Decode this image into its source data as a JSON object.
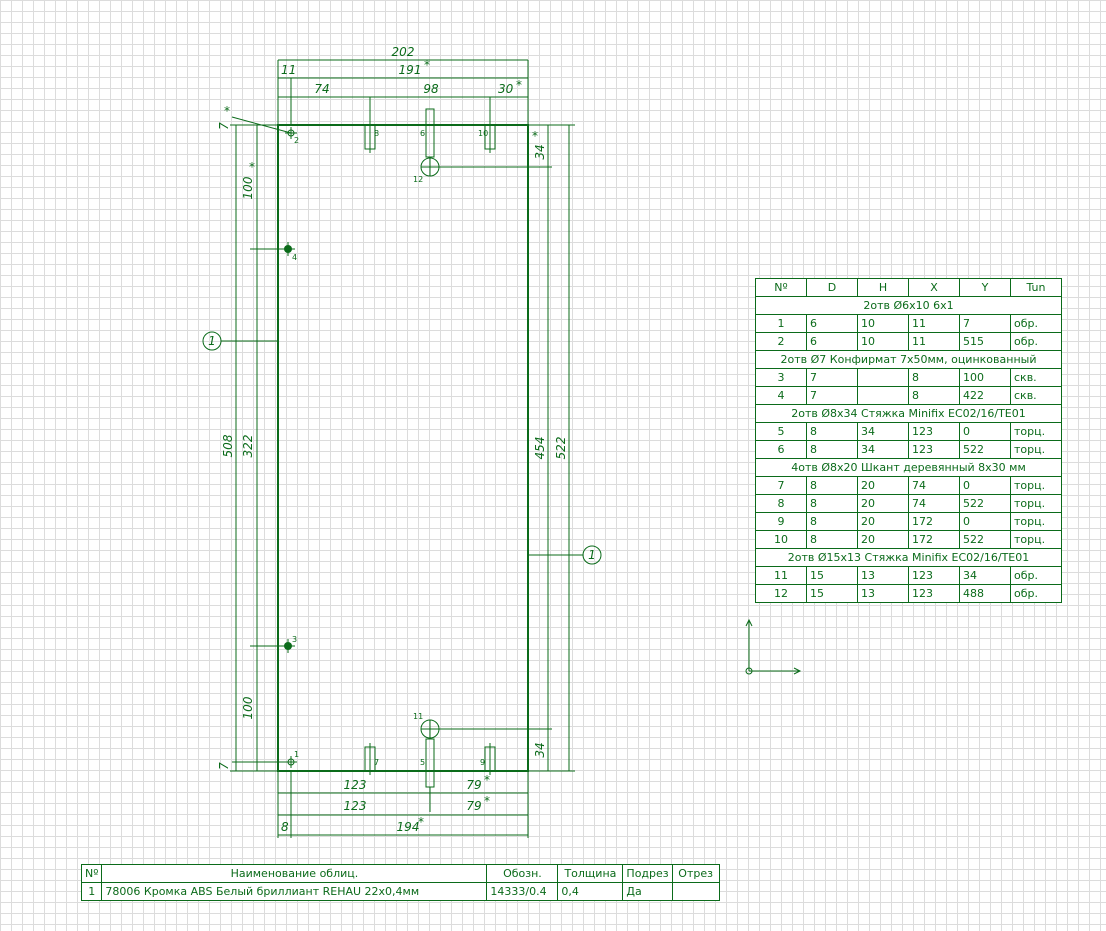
{
  "colors": {
    "line": "#0b6b1a",
    "grid": "#dcdcdc",
    "background": "#ffffff"
  },
  "dims": {
    "top_overall": "202",
    "top_191": "191",
    "top_11": "11",
    "top_74": "74",
    "top_98": "98",
    "top_30": "30",
    "star": "*",
    "left_7_top": "7",
    "left_100_top": "100",
    "left_508": "508",
    "left_322": "322",
    "left_100_bottom": "100",
    "left_7_bottom": "7",
    "right_34_top": "34",
    "right_454": "454",
    "right_522": "522",
    "right_34_bottom": "34",
    "bottom_123_inner": "123",
    "bottom_79_inner": "79",
    "bottom_123": "123",
    "bottom_79": "79",
    "bottom_8": "8",
    "bottom_194": "194"
  },
  "callouts": {
    "edge_left": "1",
    "edge_right": "1"
  },
  "hole_labels": [
    "1",
    "2",
    "3",
    "4",
    "5",
    "6",
    "7",
    "8",
    "9",
    "10",
    "11",
    "12"
  ],
  "holes_table": {
    "headers": [
      "Nº",
      "D",
      "H",
      "X",
      "Y",
      "Tun"
    ],
    "groups": [
      {
        "title": "2отв  Ø6x10  6x1",
        "rows": [
          [
            "1",
            "6",
            "10",
            "11",
            "7",
            "обр."
          ],
          [
            "2",
            "6",
            "10",
            "11",
            "515",
            "обр."
          ]
        ]
      },
      {
        "title": "2отв  Ø7  Конфирмат  7x50мм,  оцинкованный",
        "rows": [
          [
            "3",
            "7",
            "",
            "8",
            "100",
            "скв."
          ],
          [
            "4",
            "7",
            "",
            "8",
            "422",
            "скв."
          ]
        ]
      },
      {
        "title": "2отв  Ø8x34  Стяжка  Minifix  EC02/16/TE01",
        "rows": [
          [
            "5",
            "8",
            "34",
            "123",
            "0",
            "торц."
          ],
          [
            "6",
            "8",
            "34",
            "123",
            "522",
            "торц."
          ]
        ]
      },
      {
        "title": "4отв  Ø8x20  Шкант  деревянный  8x30  мм",
        "rows": [
          [
            "7",
            "8",
            "20",
            "74",
            "0",
            "торц."
          ],
          [
            "8",
            "8",
            "20",
            "74",
            "522",
            "торц."
          ],
          [
            "9",
            "8",
            "20",
            "172",
            "0",
            "торц."
          ],
          [
            "10",
            "8",
            "20",
            "172",
            "522",
            "торц."
          ]
        ]
      },
      {
        "title": "2отв  Ø15x13  Стяжка  Minifix  EC02/16/TE01",
        "rows": [
          [
            "11",
            "15",
            "13",
            "123",
            "34",
            "обр."
          ],
          [
            "12",
            "15",
            "13",
            "123",
            "488",
            "обр."
          ]
        ]
      }
    ]
  },
  "edging_table": {
    "headers": [
      "Nº",
      "Наименование  облиц.",
      "Обозн.",
      "Толщина",
      "Подрез",
      "Отрез"
    ],
    "rows": [
      [
        "1",
        "78006  Кромка  ABS  Белый  бриллиант  REHAU  22x0,4мм",
        "14333/0.4",
        "0,4",
        "Да",
        ""
      ]
    ]
  }
}
